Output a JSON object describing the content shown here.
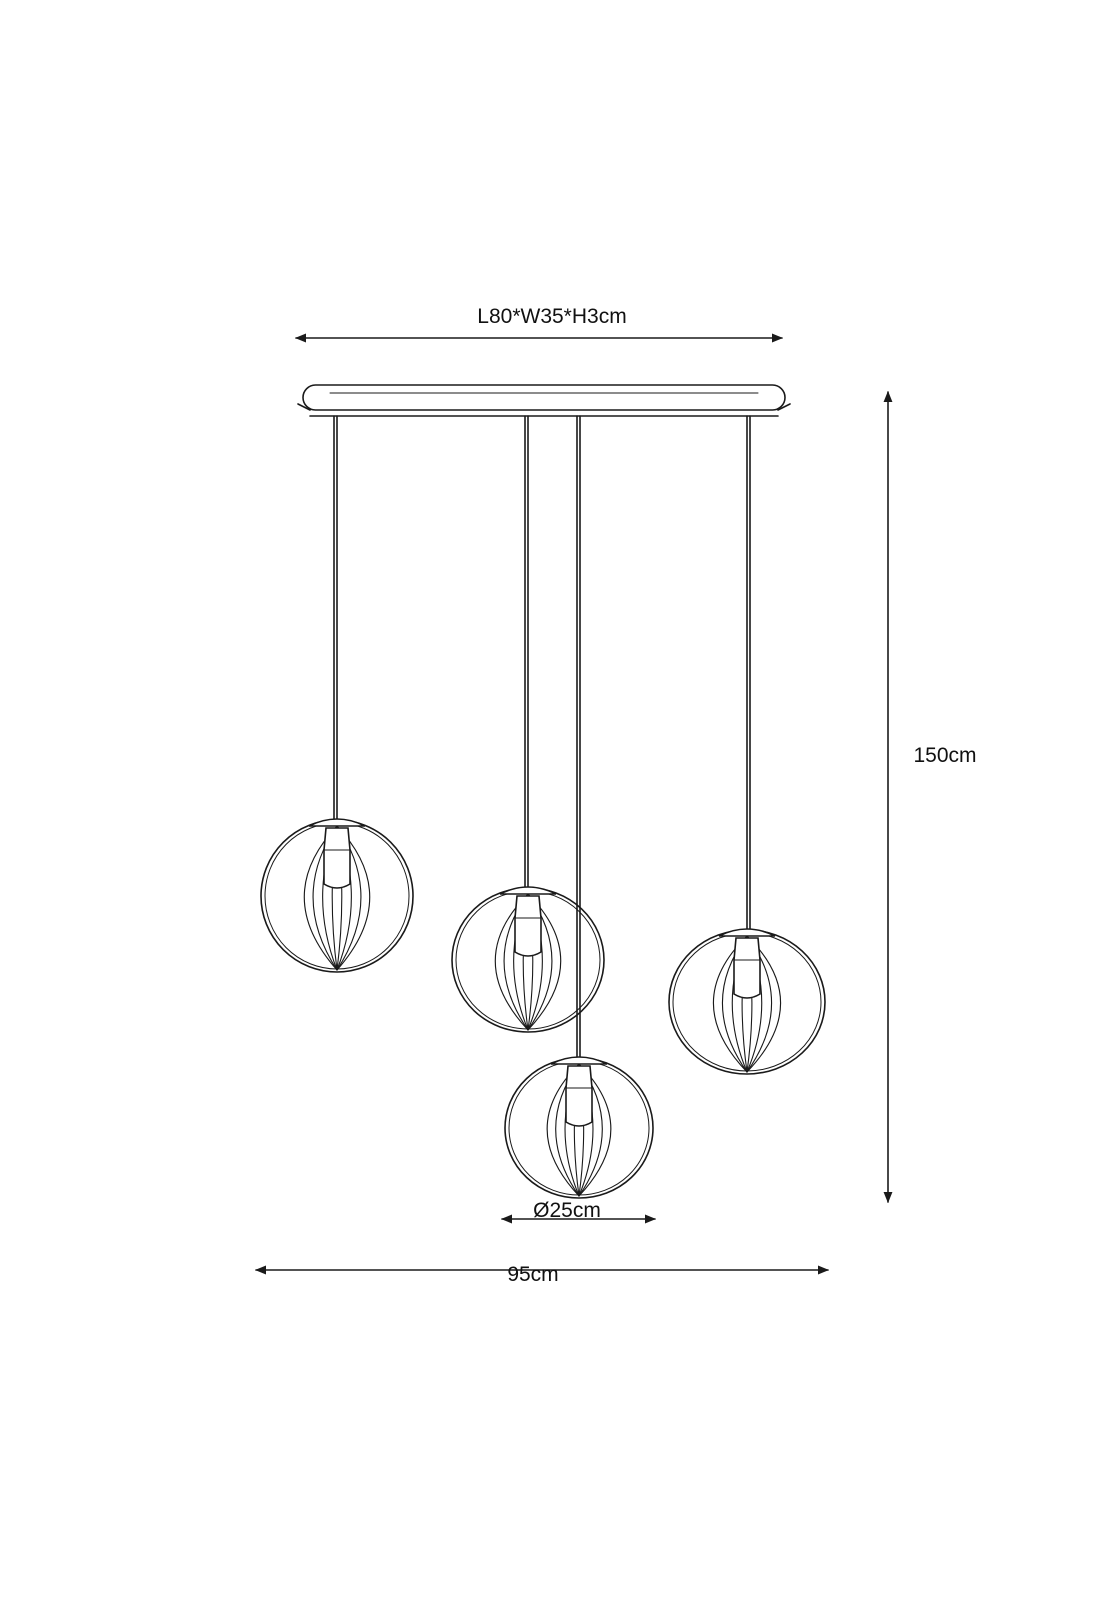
{
  "dimensions": {
    "canopy": "L80*W35*H3cm",
    "height": "150cm",
    "globe_diameter": "Ø25cm",
    "overall_width": "95cm"
  },
  "line_color": "#1a1a1a"
}
